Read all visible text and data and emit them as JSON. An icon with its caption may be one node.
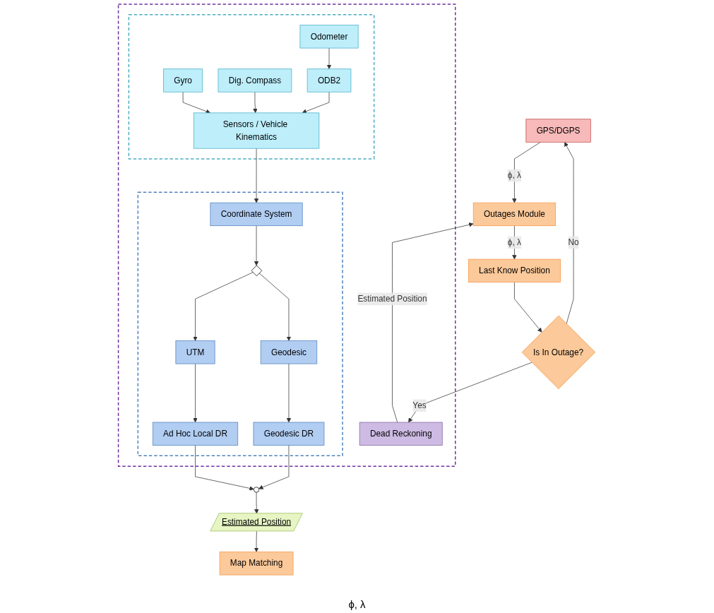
{
  "diagram": {
    "nodes": [
      {
        "text": [
          "GPS/DGPS"
        ]
      },
      {
        "text": [
          "Outages Module"
        ]
      },
      {
        "text": [
          "Last Know Position"
        ]
      },
      {
        "text": [
          "Is In Outage?"
        ]
      },
      {
        "text": [],
        "shape": "box"
      },
      {
        "text": [
          "Dead Reckoning"
        ],
        "in": 4
      },
      {
        "text": [],
        "shape": "box",
        "in": 4
      },
      {
        "text": [
          "Coordinate System"
        ],
        "in": 6
      },
      {
        "text": [],
        "shape": "diamond",
        "in": 6
      },
      {
        "text": [
          "UTM"
        ],
        "in": 6
      },
      {
        "text": [
          "Ad Hoc Local DR"
        ],
        "in": 6
      },
      {
        "text": [
          "Geodesic"
        ],
        "in": 6
      },
      {
        "text": [
          "Geodesic DR"
        ],
        "in": 6
      },
      {
        "text": [],
        "shape": "box",
        "in": 4
      },
      {
        "text": [
          "Sensors / Vehicle Kinematics"
        ],
        "in": 13
      },
      {
        "text": [
          "Gyro"
        ],
        "in": 13
      },
      {
        "text": [
          "Dig. Compass"
        ],
        "in": 13
      },
      {
        "text": [
          "ODB2"
        ],
        "in": 13
      },
      {
        "text": [
          "Odometer"
        ],
        "in": 13
      },
      {
        "text": [],
        "shape": "circle"
      },
      {
        "text": [
          "Estimated Position"
        ]
      },
      {
        "text": [
          "Map Matching"
        ]
      }
    ],
    "edges": [
      {
        "from": 0,
        "to": 1,
        "arrow": "to",
        "label": "ϕ, λ"
      },
      {
        "from": 1,
        "to": 2,
        "arrow": "to",
        "label": "ϕ, λ"
      },
      {
        "from": 2,
        "to": 3,
        "arrow": "to"
      },
      {
        "from": 3,
        "to": 0,
        "arrow": "to",
        "label": "No"
      },
      {
        "from": 3,
        "to": 5,
        "arrow": "to",
        "label": "Yes"
      },
      {
        "from": 5,
        "to": 1,
        "arrow": "to",
        "label": "Estimated Position"
      },
      {
        "from": 14,
        "to": 7,
        "arrow": "to"
      },
      {
        "from": 7,
        "to": 8,
        "arrow": "to"
      },
      {
        "from": 8,
        "to": 9,
        "arrow": "to"
      },
      {
        "from": 8,
        "to": 11,
        "arrow": "to"
      },
      {
        "from": 9,
        "to": 10,
        "arrow": "to"
      },
      {
        "from": 11,
        "to": 12,
        "arrow": "to"
      },
      {
        "from": 15,
        "to": 14,
        "arrow": "to"
      },
      {
        "from": 16,
        "to": 14,
        "arrow": "to"
      },
      {
        "from": 17,
        "to": 14,
        "arrow": "to"
      },
      {
        "from": 18,
        "to": 17,
        "arrow": "to"
      },
      {
        "from": 10,
        "to": 19,
        "arrow": "to"
      },
      {
        "from": 12,
        "to": 19,
        "arrow": "to"
      },
      {
        "from": 19,
        "to": 20,
        "arrow": "to"
      },
      {
        "from": 20,
        "to": 21,
        "arrow": "to"
      }
    ],
    "labels": [
      "ϕ, λ"
    ]
  }
}
